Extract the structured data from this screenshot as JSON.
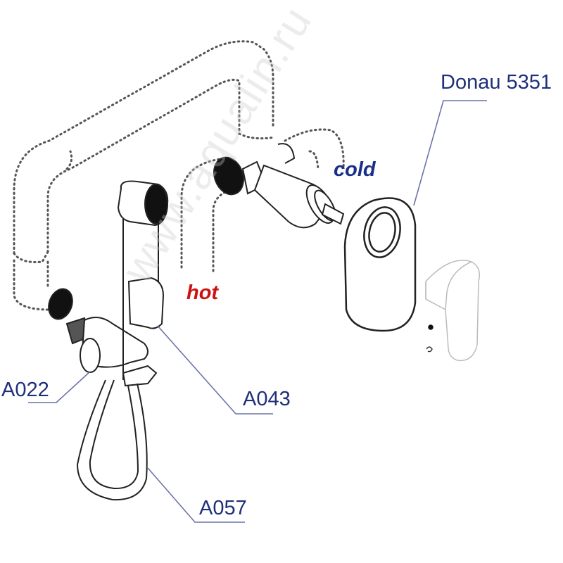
{
  "diagram": {
    "type": "exploded-assembly",
    "subject": "Concealed shower mixer with hygienic shower set",
    "labels": {
      "model": "Donau 5351",
      "hot": "hot",
      "cold": "cold",
      "part_a022": "A022",
      "part_a043": "A043",
      "part_a057": "A057"
    },
    "watermark": "www.aqualin.ru",
    "colors": {
      "label_text": "#1f2f7a",
      "hot": "#cc1111",
      "cold": "#1a2f8a",
      "leader_line": "#6a74a8",
      "outline": "#222222",
      "pipe_dots": "#555555",
      "cap_fill": "#111111"
    },
    "components": [
      {
        "id": "pipes",
        "name": "Concealed water pipes (dotted)"
      },
      {
        "id": "mixer-body",
        "name": "Concealed mixer body with cartridge"
      },
      {
        "id": "cover-plate",
        "name": "Oval cover plate",
        "callout": "Donau 5351"
      },
      {
        "id": "lever-handle",
        "name": "Lever handle with set screw"
      },
      {
        "id": "angle-valve",
        "name": "Angle valve / wall outlet",
        "callout": "A022"
      },
      {
        "id": "hand-shower",
        "name": "Hygienic hand shower with holder",
        "callout": "A043"
      },
      {
        "id": "hose",
        "name": "Shower hose",
        "callout": "A057"
      }
    ]
  }
}
